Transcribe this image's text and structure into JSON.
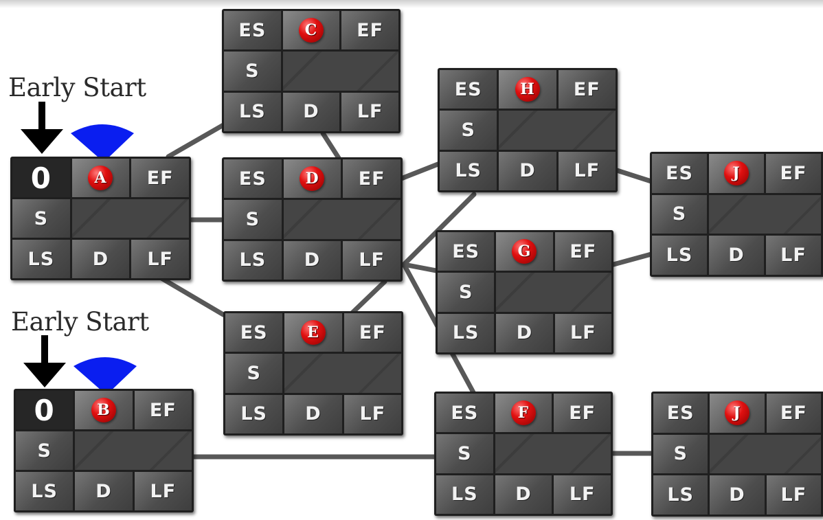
{
  "labels": {
    "es": "ES",
    "ef": "EF",
    "s": "S",
    "ls": "LS",
    "d": "D",
    "lf": "LF"
  },
  "annotations": [
    {
      "text": "Early Start"
    },
    {
      "text": "Early Start"
    }
  ],
  "nodes": {
    "A": {
      "activity": "A",
      "es_value": "0"
    },
    "B": {
      "activity": "B",
      "es_value": "0"
    },
    "C": {
      "activity": "C"
    },
    "D": {
      "activity": "D"
    },
    "E": {
      "activity": "E"
    },
    "H": {
      "activity": "H"
    },
    "G": {
      "activity": "G"
    },
    "F": {
      "activity": "F"
    },
    "J1": {
      "activity": "J"
    },
    "J2": {
      "activity": "J"
    }
  },
  "colors": {
    "node_bg": "#1f1f1f",
    "cell": "#5a5a5a",
    "ball": "#e01010",
    "marker": "#0a1ef0",
    "edge": "#555555"
  }
}
